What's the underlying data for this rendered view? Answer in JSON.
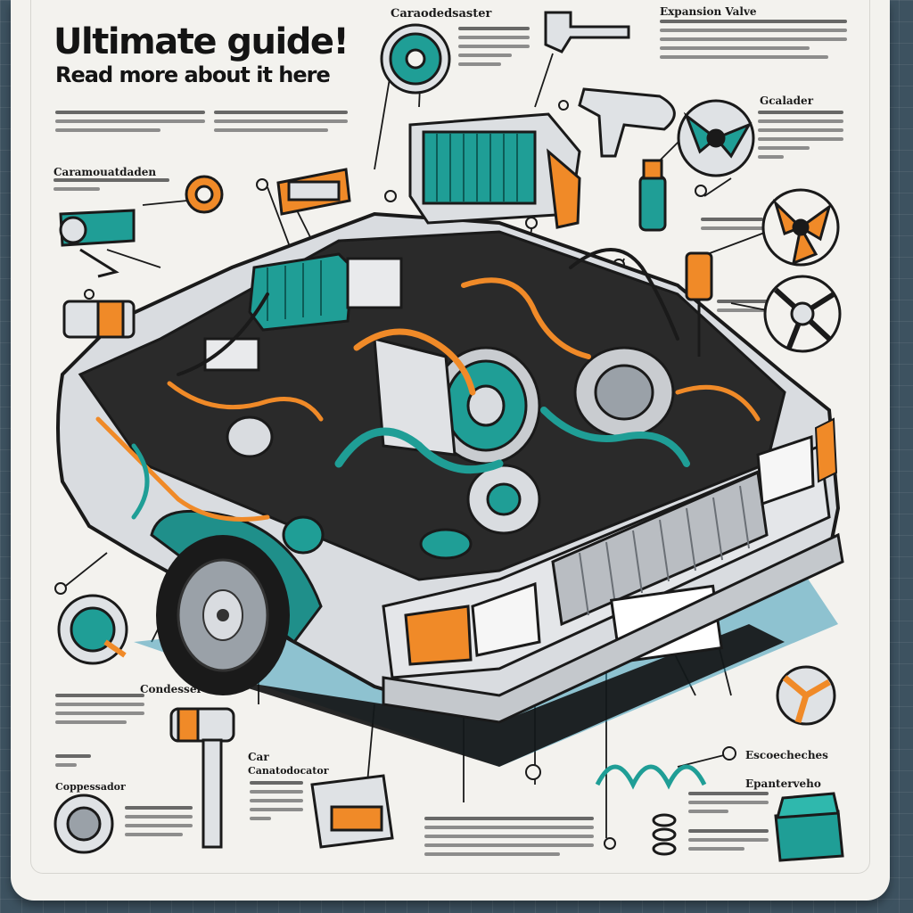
{
  "poster": {
    "title": "Ultimate guide!",
    "subtitle": "Read more about it here",
    "headings": {
      "top_center": "Caraodedsaster",
      "top_right": "Expansion Valve",
      "right_upper": "Gcalader",
      "left_upper": "Caramouatdaden",
      "bottom_left_mid": "Condesser",
      "bottom_left": "Coppessador",
      "bottom_center_1": "Car",
      "bottom_center_2": "Canatodocator",
      "bottom_right_1": "Escoecheches",
      "bottom_right_2": "Epanterveho"
    }
  },
  "colors": {
    "teal": "#1f8f8a",
    "orange": "#f08a28",
    "silver": "#c9ccd0",
    "outline": "#1a1a1a",
    "paper": "#f3f2ee"
  },
  "icons": [
    "steering-wheel-icon",
    "wrench-icon",
    "valve-icon",
    "fan-icon",
    "gear-icon",
    "pump-icon",
    "filter-icon",
    "nozzle-icon",
    "compressor-icon",
    "spring-icon",
    "heater-core-icon",
    "blower-fan-icon"
  ]
}
